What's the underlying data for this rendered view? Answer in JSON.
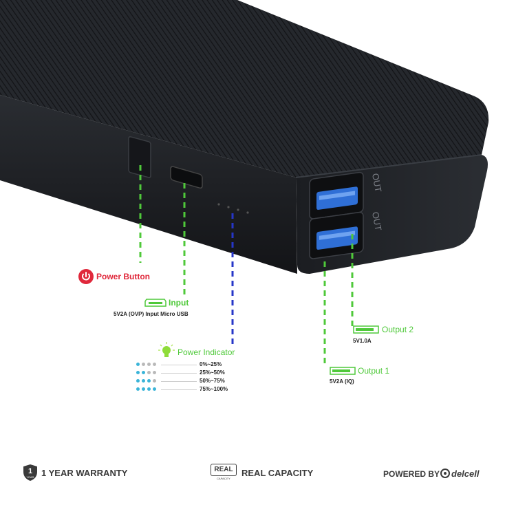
{
  "colors": {
    "green": "#4fc93a",
    "blue": "#2636c8",
    "red": "#e0283b",
    "body": "#1e2024",
    "usb": "#2f6fd6",
    "dot_on": "#3ab4d8",
    "dot_off": "#b9b9b9"
  },
  "device": {
    "port_labels": [
      "OUT",
      "OUT"
    ]
  },
  "callouts": {
    "power_button": {
      "icon": "power-icon",
      "label": "Power Button"
    },
    "input": {
      "icon": "micro-usb-icon",
      "label": "Input",
      "spec": "5V2A (OVP) Input Micro USB"
    },
    "power_indicator": {
      "icon": "lightbulb-icon",
      "label": "Power Indicator",
      "levels": [
        {
          "range": "0%~25%",
          "lit": 1
        },
        {
          "range": "25%~50%",
          "lit": 2
        },
        {
          "range": "50%~75%",
          "lit": 3
        },
        {
          "range": "75%~100%",
          "lit": 4
        }
      ]
    },
    "output1": {
      "icon": "usb-a-icon",
      "label": "Output 1",
      "spec": "5V2A (IQ)"
    },
    "output2": {
      "icon": "usb-a-icon",
      "label": "Output 2",
      "spec": "5V1.0A"
    }
  },
  "footer": {
    "warranty": {
      "icon": "shield-icon",
      "badge_number": "1",
      "badge_unit": "YEAR",
      "text": "1 YEAR WARRANTY"
    },
    "capacity": {
      "badge_word": "REAL",
      "badge_sub": "CAPACITY",
      "text": "REAL CAPACITY"
    },
    "powered": {
      "text": "POWERED BY",
      "brand": "delcell"
    }
  }
}
